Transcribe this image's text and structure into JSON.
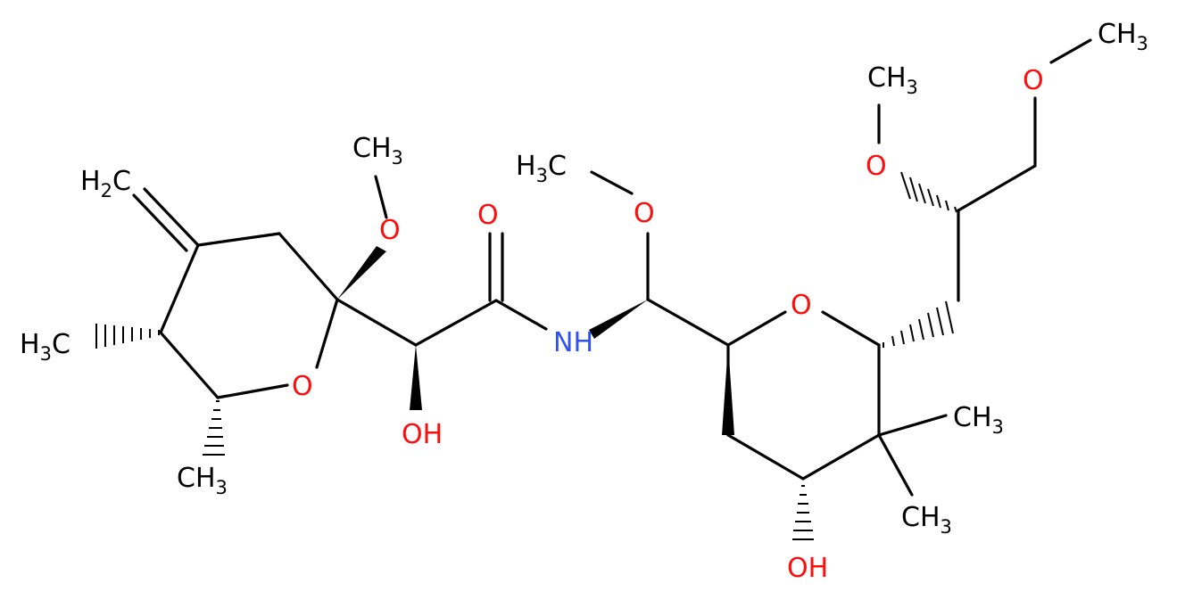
{
  "colors": {
    "bond": "#000000",
    "carbon_label": "#000000",
    "oxygen": "#ff0d0d",
    "nitrogen": "#3050f8",
    "background": "#ffffff"
  },
  "labels": {
    "h2c_main": "H",
    "h2c_sub": "2",
    "h2c_tail": "C",
    "ch3_ome_left_main": "CH",
    "ch3_ome_left_sub": "3",
    "o_ome_left": "O",
    "h3c_ring_left_main": "H",
    "h3c_ring_left_sub": "3",
    "h3c_ring_left_tail": "C",
    "o_ring_left": "O",
    "ch3_ring_bottom_main": "CH",
    "ch3_ring_bottom_sub": "3",
    "o_carbonyl": "O",
    "oh_alpha": "OH",
    "nh": "NH",
    "h3c_ome_mid_main": "H",
    "h3c_ome_mid_sub": "3",
    "h3c_ome_mid_tail": "C",
    "o_ome_mid": "O",
    "o_ring_right": "O",
    "ch3_gem_a_main": "CH",
    "ch3_gem_a_sub": "3",
    "ch3_gem_b_main": "CH",
    "ch3_gem_b_sub": "3",
    "oh_ring": "OH",
    "o_side_chain": "O",
    "ch3_side_chain_main": "CH",
    "ch3_side_chain_sub": "3",
    "o_terminal": "O",
    "ch3_terminal_main": "CH",
    "ch3_terminal_sub": "3"
  }
}
